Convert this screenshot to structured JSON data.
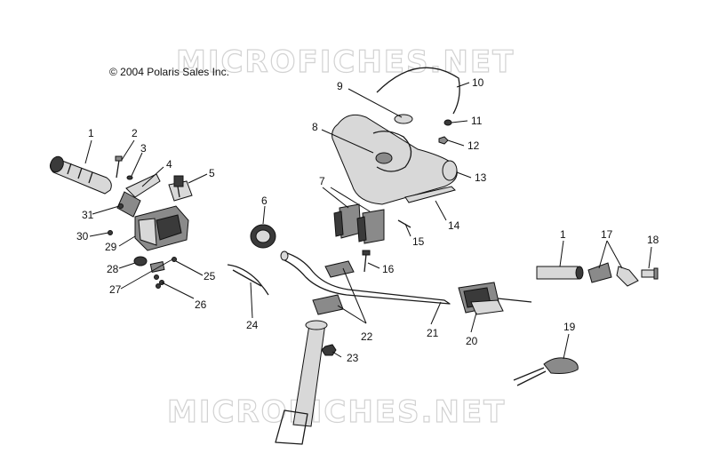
{
  "copyright": "© 2004 Polaris Sales Inc.",
  "watermarks": [
    "MICROFICHES.NET",
    "MICROFICHES.NET"
  ],
  "callouts": [
    "1",
    "2",
    "3",
    "4",
    "5",
    "6",
    "7",
    "8",
    "9",
    "10",
    "11",
    "12",
    "13",
    "14",
    "15",
    "16",
    "17",
    "18",
    "19",
    "20",
    "21",
    "22",
    "23",
    "24",
    "25",
    "26",
    "27",
    "28",
    "29",
    "30",
    "31",
    "1"
  ]
}
